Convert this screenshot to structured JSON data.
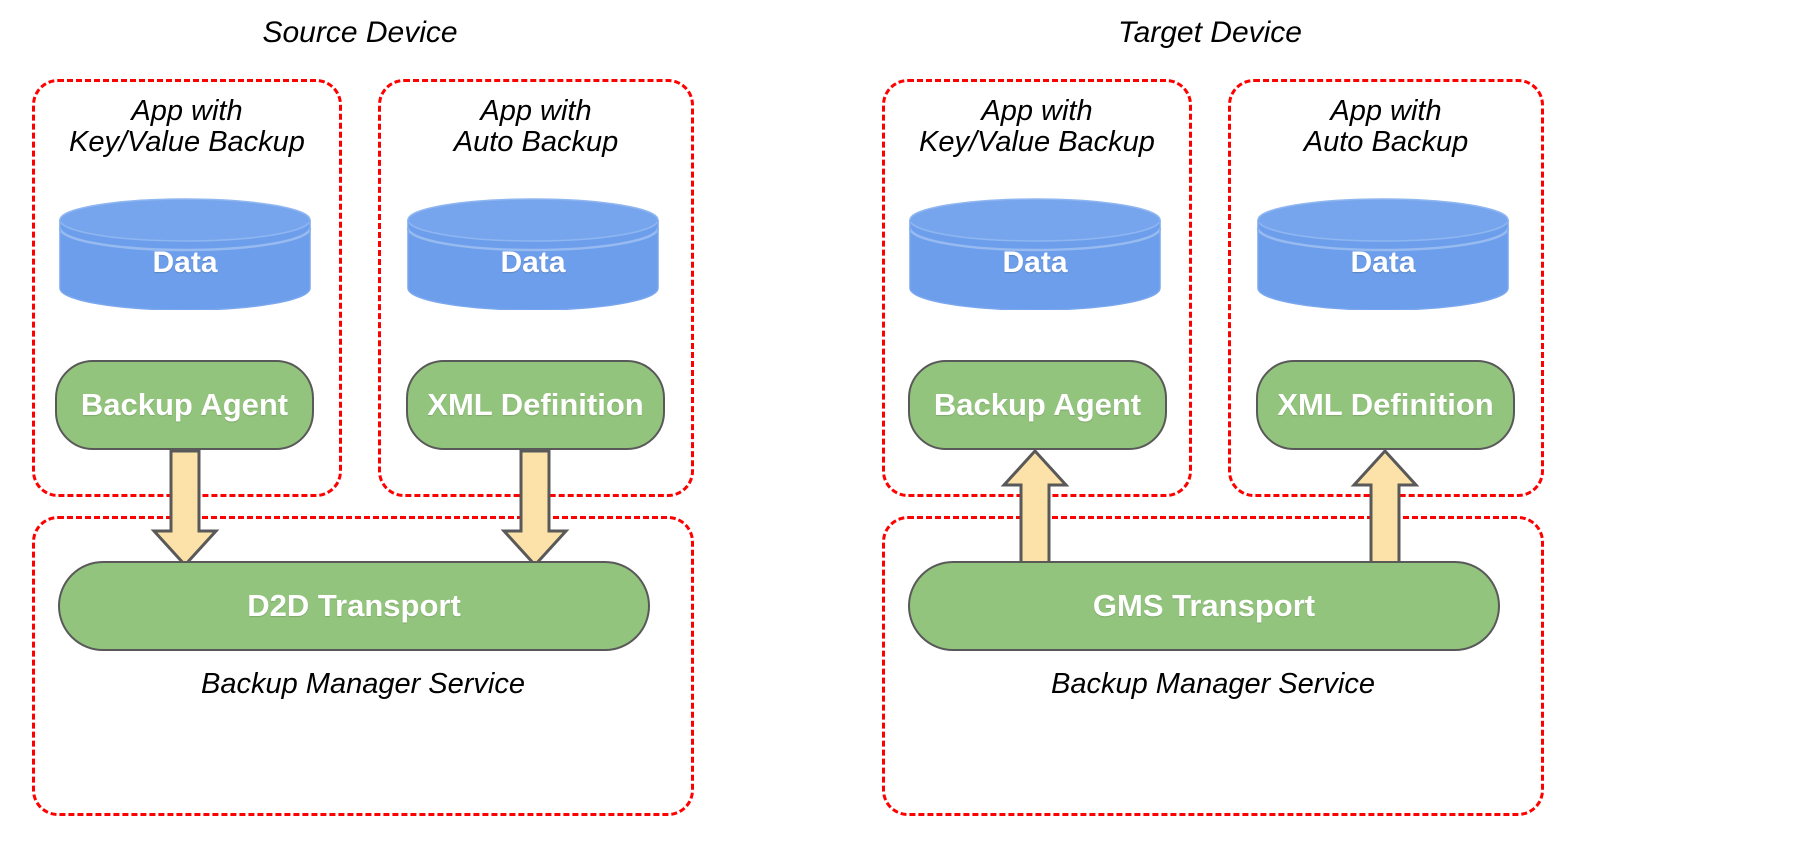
{
  "diagram": {
    "title_source": "Source Device",
    "title_target": "Target Device",
    "colors": {
      "panel_border": "#ff0000",
      "cylinder_fill": "#6d9eeb",
      "box_fill": "#93c47d",
      "box_stroke": "#595959",
      "arrow_fill": "#fce2a8",
      "arrow_stroke": "#595959",
      "background": "#ffffff",
      "text_on_shape": "#ffffff",
      "text_label": "#000000"
    },
    "panels": [
      {
        "name": "source-key-value-app",
        "caption": "App with\nKey/Value Backup",
        "cylinder_label": "Data",
        "box_label": "Backup Agent"
      },
      {
        "name": "source-auto-backup-app",
        "caption": "App with\nAuto Backup",
        "cylinder_label": "Data",
        "box_label": "XML Definition"
      },
      {
        "name": "target-key-value-app",
        "caption": "App with\nKey/Value Backup",
        "cylinder_label": "Data",
        "box_label": "Backup Agent"
      },
      {
        "name": "target-auto-backup-app",
        "caption": "App with\nAuto Backup",
        "cylinder_label": "Data",
        "box_label": "XML Definition"
      }
    ],
    "services": [
      {
        "name": "source-backup-manager-service",
        "transport_label": "D2D Transport",
        "caption": "Backup Manager Service"
      },
      {
        "name": "target-backup-manager-service",
        "transport_label": "GMS Transport",
        "caption": "Backup Manager Service"
      }
    ],
    "arrows": [
      {
        "name": "arrow-backup-agent-to-d2d",
        "direction": "down"
      },
      {
        "name": "arrow-xml-definition-to-d2d",
        "direction": "down"
      },
      {
        "name": "arrow-d2d-to-gms",
        "direction": "right"
      },
      {
        "name": "arrow-gms-to-backup-agent",
        "direction": "up"
      },
      {
        "name": "arrow-gms-to-xml-definition",
        "direction": "up"
      }
    ]
  }
}
